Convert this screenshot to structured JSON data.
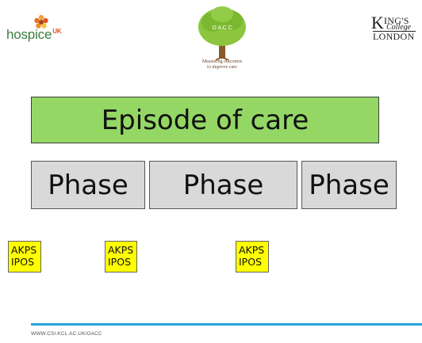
{
  "header": {
    "hospice_logo": {
      "name": "hospice",
      "suffix": "UK",
      "brand_color": "#3b7d3f",
      "accent_color": "#e3521b"
    },
    "oacc_logo": {
      "tree_text": "O A C C",
      "tagline_line1": "Measuring outcomes",
      "tagline_line2": "to improve care"
    },
    "kcl_logo": {
      "k": "K",
      "ings": "ING'S",
      "college": "College",
      "london": "LONDON"
    }
  },
  "diagram": {
    "episode": {
      "label": "Episode of care",
      "fill": "#94d765"
    },
    "phases": [
      {
        "label": "Phase"
      },
      {
        "label": "Phase"
      },
      {
        "label": "Phase"
      }
    ],
    "phase_fill": "#d9d9d9",
    "assessment_tags": [
      {
        "line1": "AKPS",
        "line2": "IPOS"
      },
      {
        "line1": "AKPS",
        "line2": "IPOS"
      },
      {
        "line1": "AKPS",
        "line2": "IPOS"
      }
    ],
    "tag_fill": "#ffff00"
  },
  "footer": {
    "url": "WWW.CSI.KCL.AC.UK/OACC",
    "rule_color": "#29a3dc"
  }
}
